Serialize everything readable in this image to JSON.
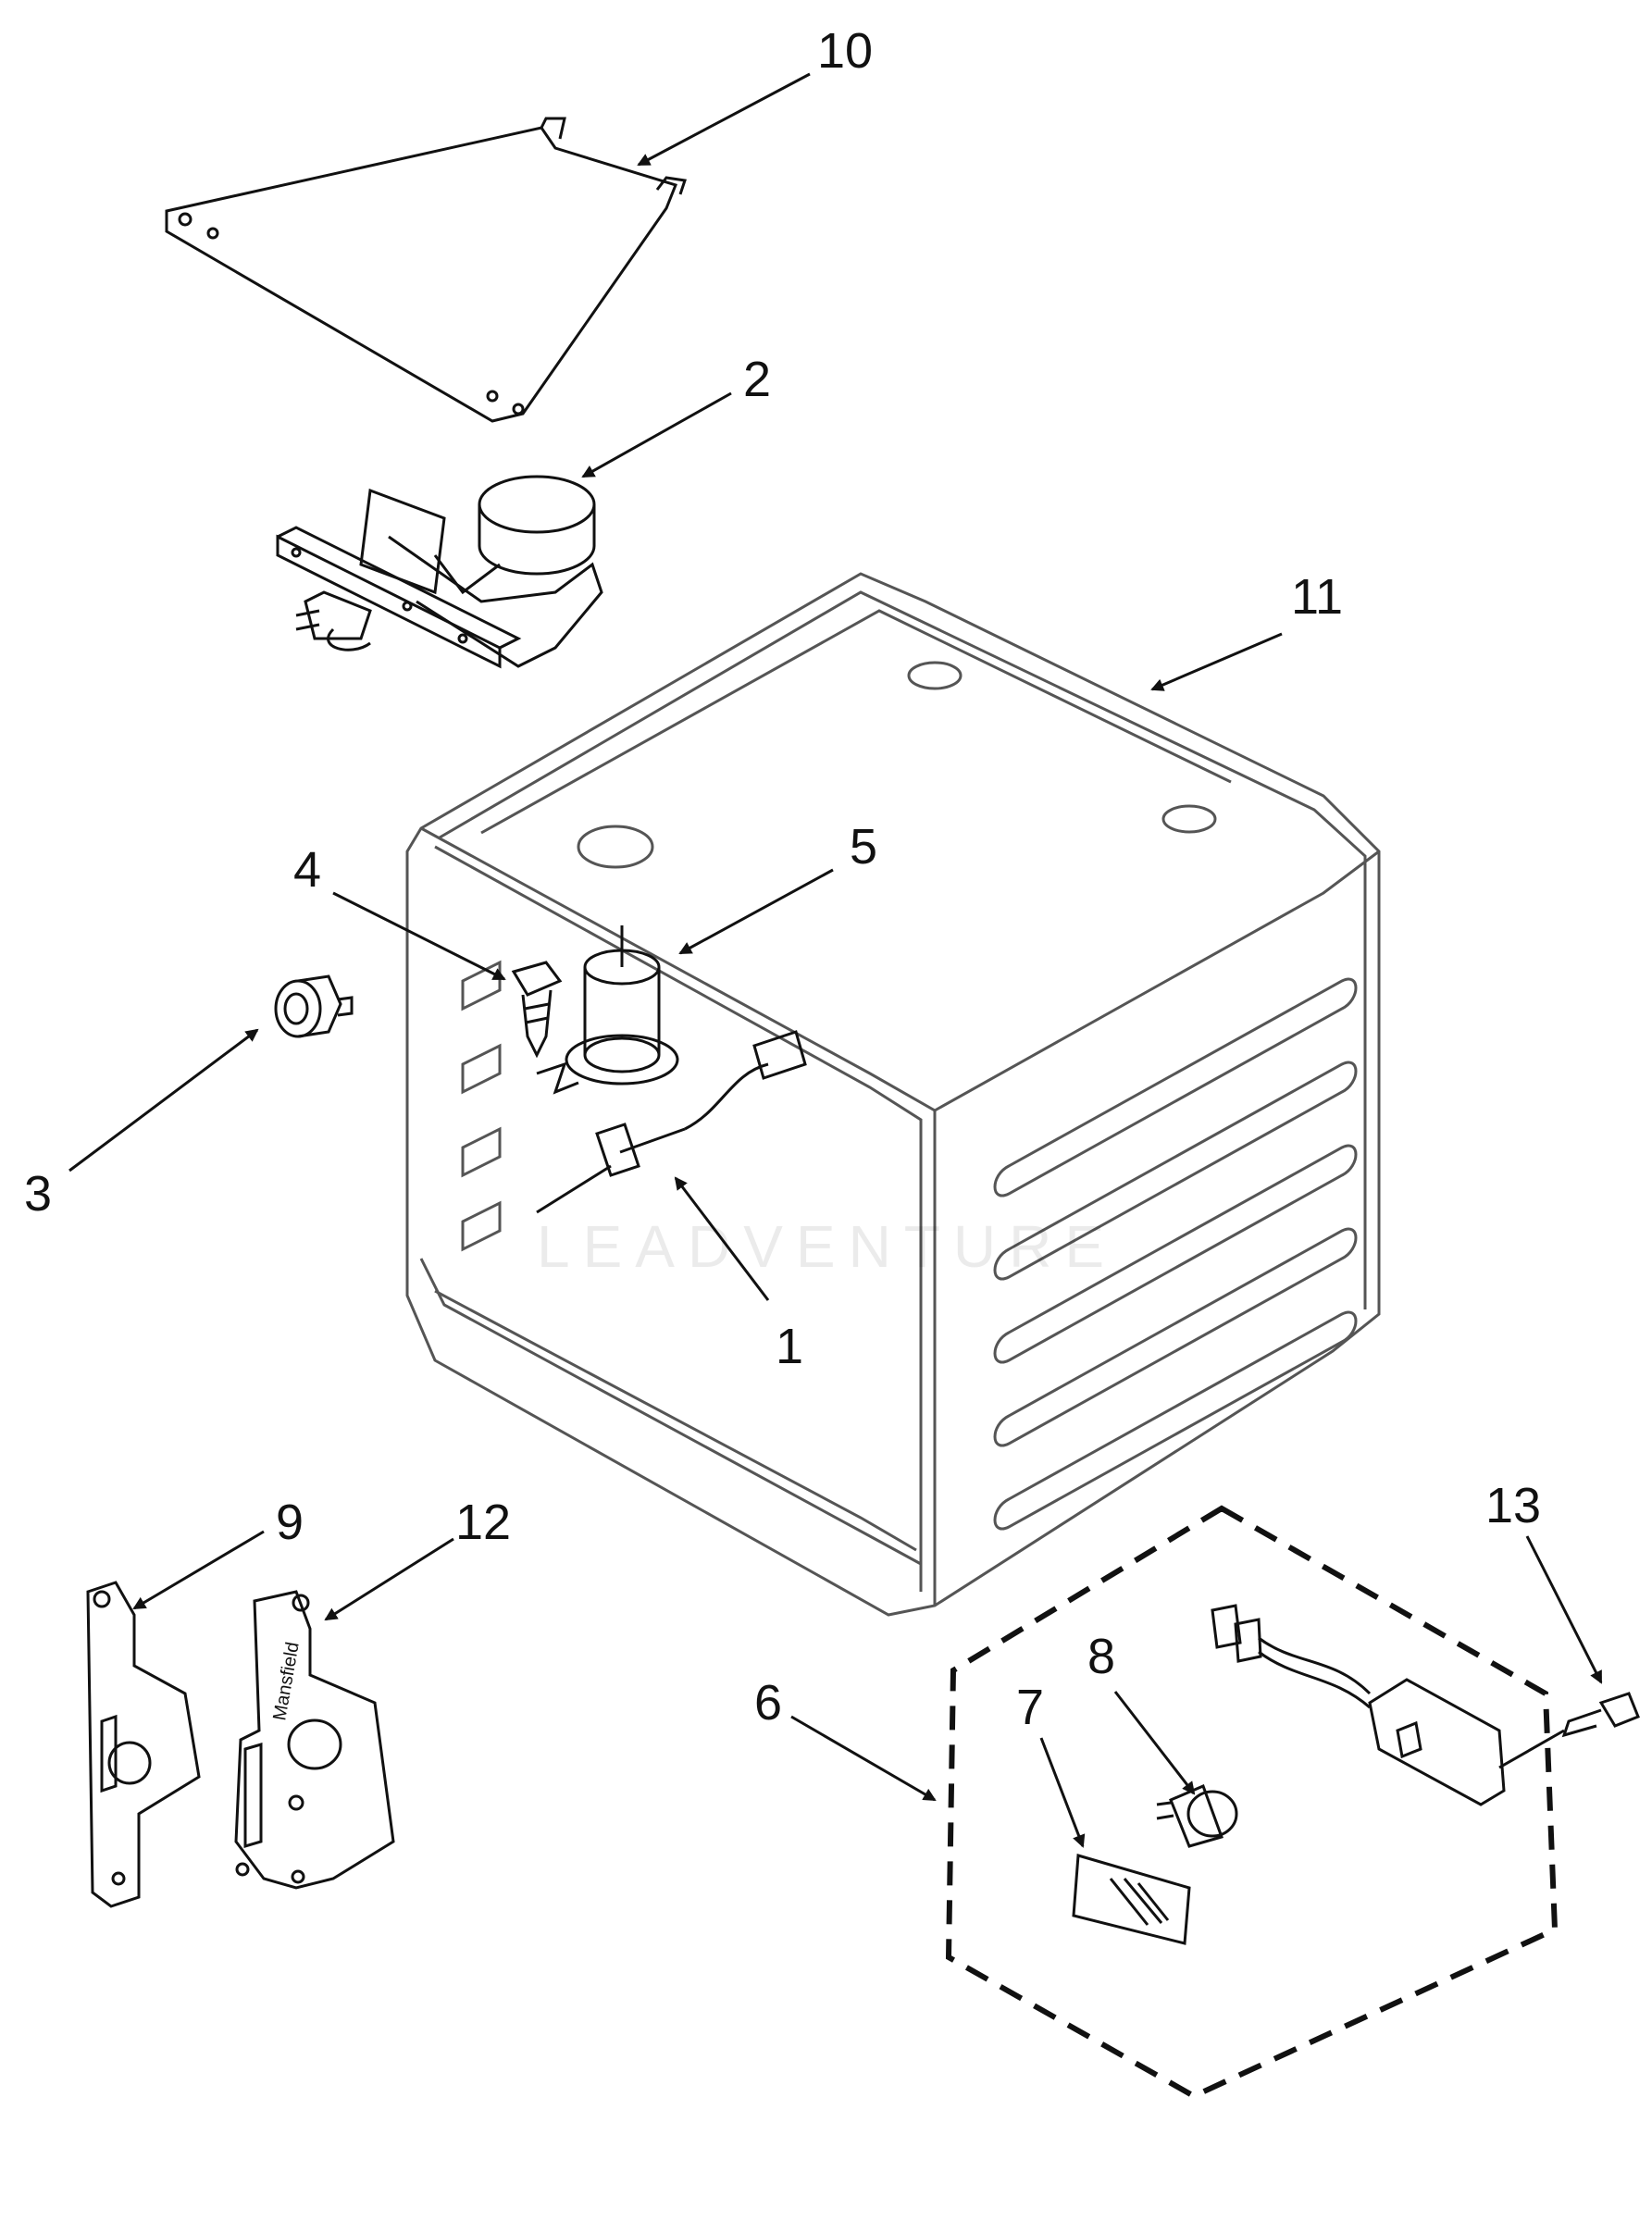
{
  "callouts": {
    "c1": "1",
    "c2": "2",
    "c3": "3",
    "c4": "4",
    "c5": "5",
    "c6": "6",
    "c7": "7",
    "c8": "8",
    "c9": "9",
    "c10": "10",
    "c11": "11",
    "c12": "12",
    "c13": "13"
  },
  "watermark": "LEADVENTURE",
  "bracket_brand": "Mansfield",
  "colors": {
    "ink": "#111111",
    "light_ink": "#555555",
    "watermark": "#e6e6e6"
  }
}
